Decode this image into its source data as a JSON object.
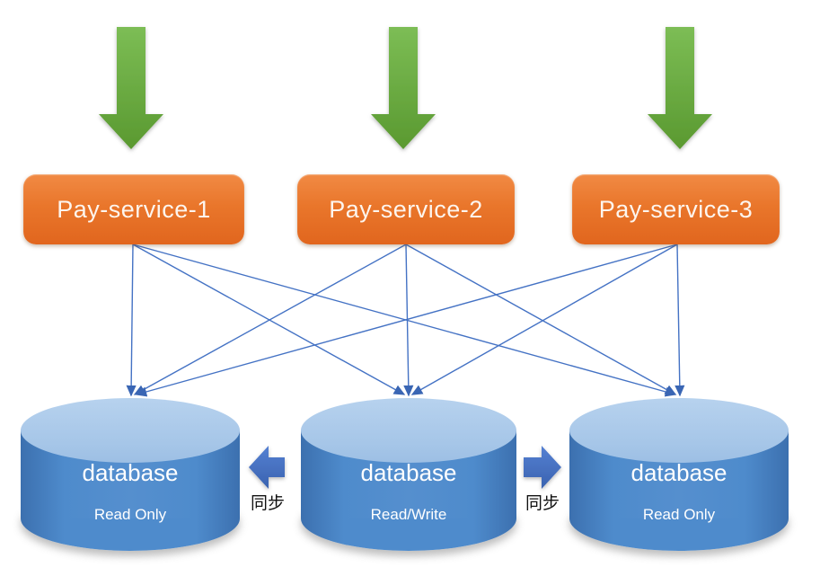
{
  "diagram": {
    "title_hint": "pay services with one read-write primary database replicated to two read-only databases",
    "services": [
      {
        "id": "pay-service-1",
        "label": "Pay-service-1"
      },
      {
        "id": "pay-service-2",
        "label": "Pay-service-2"
      },
      {
        "id": "pay-service-3",
        "label": "Pay-service-3"
      }
    ],
    "databases": [
      {
        "id": "db-left",
        "title": "database",
        "subtitle": "Read Only"
      },
      {
        "id": "db-center",
        "title": "database",
        "subtitle": "Read/Write"
      },
      {
        "id": "db-right",
        "title": "database",
        "subtitle": "Read Only"
      }
    ],
    "connections": {
      "service_to_database": [
        {
          "from": "pay-service-1",
          "to": [
            "db-left",
            "db-center",
            "db-right"
          ]
        },
        {
          "from": "pay-service-2",
          "to": [
            "db-left",
            "db-center",
            "db-right"
          ]
        },
        {
          "from": "pay-service-3",
          "to": [
            "db-left",
            "db-center",
            "db-right"
          ]
        }
      ]
    },
    "replication": [
      {
        "from": "db-center",
        "to": "db-left",
        "direction": "left",
        "label": "同步"
      },
      {
        "from": "db-center",
        "to": "db-right",
        "direction": "right",
        "label": "同步"
      }
    ],
    "colors": {
      "service_orange": "#e8701f",
      "incoming_arrow_green": "#68ab42",
      "cylinder_body_blue": "#4a86c8",
      "cylinder_top_blue": "#aecbea",
      "connector_blue": "#4472c4",
      "sync_arrow_blue": "#4472c4",
      "sync_text": "#111111",
      "background": "#ffffff"
    }
  }
}
